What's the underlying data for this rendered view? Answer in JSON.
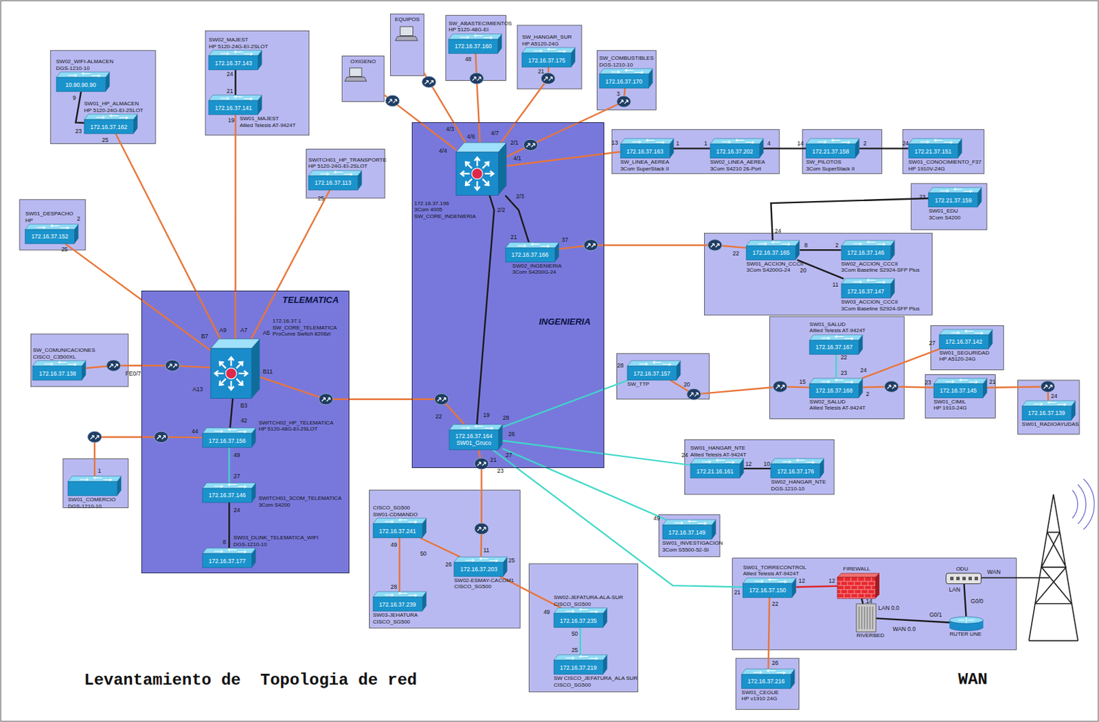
{
  "diagram": {
    "title": "Levantamiento de  Topologia de red",
    "nodes": [
      {
        "text": [
          "TELEMATICA"
        ]
      },
      {
        "text": [
          "INGENIERIA"
        ]
      },
      {
        "text": [
          "10.90.90.90",
          "SW02_WIFI-ALMACEN",
          "DGS-1210-10"
        ]
      },
      {
        "text": [
          "172.16.37.162",
          "SW01_HP_ALMACEN",
          "HP 5120-24G-EI-2SLOT"
        ]
      },
      {
        "text": [
          "172.16.37.143",
          "SW02_MAJEST",
          "HP 5120-24G-EI-2SLOT"
        ]
      },
      {
        "text": [
          "172.16.37.141",
          "SW01_MAJEST",
          "Allied Telesis AT-9424T"
        ]
      },
      {
        "text": [
          "172.16.37.113",
          "SWITCH01_HP_TRANSPORTE",
          "HP 5120-24G-EI-2SLOT"
        ]
      },
      {
        "text": [
          "172.16.37.152",
          "SW01_DESPACHO",
          "HP"
        ]
      },
      {
        "text": [
          "172.16.37.138",
          "SW_COMUNICACIONES",
          "CISCO_C3500XL"
        ]
      },
      {
        "text": [
          "SW01_COMERCIO",
          "DGS-1210-10"
        ]
      },
      {
        "text": [
          "172.16.37.1",
          "SW_CORE_TELEMATICA",
          "ProCurve Switch 8206zl"
        ],
        "in": 0
      },
      {
        "text": [
          "172.16.37.156",
          "SWITCH02_HP_TELEMATICA",
          "HP 5120-48G-EI-2SLOT"
        ],
        "in": 0
      },
      {
        "text": [
          "172.16.37.146",
          "SWITCH01_3COM_TELEMATICA",
          "3Com S4200"
        ],
        "in": 0
      },
      {
        "text": [
          "172.16.37.177",
          "SW03_DLINK_TELEMATICA_WIFI",
          "DGS-1210-10"
        ],
        "in": 0
      },
      {
        "text": [
          "OXIGENO"
        ]
      },
      {
        "text": [
          "EQUIPOS"
        ]
      },
      {
        "text": [
          "172.16.37.160",
          "SW_ABASTECIMIENTOS",
          "HP 5120-48G-EI"
        ]
      },
      {
        "text": [
          "172.16.37.175",
          "SW_HANGAR_SUR",
          "HP A5120-24G"
        ]
      },
      {
        "text": [
          "172.16.37.170",
          "SW_COMBUSTIBLES",
          "DGS-1210-10"
        ]
      },
      {
        "text": [
          "172.16.37.196",
          "3Com 4005",
          "SW_CORE_INDENIERIA"
        ],
        "in": 1
      },
      {
        "text": [
          "172.16.37.166",
          "SW02_INGENIERIA",
          "3Com S4200G-24"
        ],
        "in": 1
      },
      {
        "text": [
          "172.16.37.164",
          "SW01_Gruco"
        ],
        "in": 1
      },
      {
        "text": [
          "172.16.37.163",
          "SW_LINEA_AEREA",
          "3Com SuperStack II"
        ]
      },
      {
        "text": [
          "172.16.37.202",
          "SW02_LINEA_AEREA",
          "3Com S4210 26-Port"
        ]
      },
      {
        "text": [
          "172.21.37.158",
          "SW_PILOTOS",
          "3Com SuperStack II"
        ]
      },
      {
        "text": [
          "172.21.37.151",
          "SW01_CONOCIMIENTO_F37",
          "HP 1910V-24G"
        ]
      },
      {
        "text": [
          "172.21.37.159",
          "SW01_EDU",
          "3Com S4200"
        ]
      },
      {
        "text": [
          "172.16.37.165",
          "SW01_ACCION_CCCII",
          "3Com S4200G-24"
        ]
      },
      {
        "text": [
          "172.16.37.146",
          "SW02_ACCION_CCCII",
          "3Com Baseline S2924-SFP Plus"
        ]
      },
      {
        "text": [
          "172.16.37.147",
          "SW03_ACCION_CCCII",
          "3Com Baseline S2924-SFP Plus"
        ]
      },
      {
        "text": [
          "172.16.37.157",
          "SW_TTP"
        ]
      },
      {
        "text": [
          "172.16.37.167",
          "SW01_SALUD",
          "Allied Telesis AT-9424T"
        ]
      },
      {
        "text": [
          "172.16.37.168",
          "SW02_SALUD",
          "Allied Telesis AT-9424T"
        ]
      },
      {
        "text": [
          "172.16.37.142",
          "SW01_SEGURIDAD",
          "HP A5120-24G"
        ]
      },
      {
        "text": [
          "172.16.37.145",
          "SW01_CIMIL",
          "HP 1910-24G"
        ]
      },
      {
        "text": [
          "172.16.37.139",
          "SW01_RADIOAYUDAS"
        ]
      },
      {
        "text": [
          "172.21.16.161",
          "SW01_HANGAR_NTE",
          "Allied Telesis AT-9424T"
        ]
      },
      {
        "text": [
          "172.16.37.176",
          "SW02_HANGAR_NTE",
          "DGS-1210-10"
        ]
      },
      {
        "text": [
          "172.16.37.149",
          "SW01_INVESTIGACION",
          "3Com S5500-52-SI"
        ]
      },
      {
        "text": [
          "172.16.37.241",
          "CISCO_SG500",
          "SW01-CDMANDO"
        ]
      },
      {
        "text": [
          "172.16.37.239",
          "SW03-JEHATURA",
          "CISCO_SG500"
        ]
      },
      {
        "text": [
          "172.16.37.203",
          "SW02-ESMAY-CACOM1",
          "CISCO_SG500"
        ]
      },
      {
        "text": [
          "172.16.37.235",
          "SW02-JEFATURA-ALA-SUR",
          "CISCO_SG500"
        ]
      },
      {
        "text": [
          "172.16.37.219",
          "SW CISCO_JEFATURA_ALA SUR",
          "CISCO_SG500"
        ]
      },
      {
        "text": [
          "172.16.37.150",
          "SW01_TORRECONTROL",
          "Allied Telesis AT-9424T"
        ]
      },
      {
        "text": [
          "FIREWALL"
        ]
      },
      {
        "text": [
          "RIVERBED"
        ]
      },
      {
        "text": [
          "ODU"
        ]
      },
      {
        "text": [
          "RUTER UNE"
        ]
      },
      {
        "text": [
          "172.16.37.216",
          "SW01_CEGUE",
          "HP v1910 24G"
        ]
      }
    ],
    "edges": [
      {
        "from": 2,
        "to": 3,
        "arrow": "none"
      },
      {
        "from": 3,
        "to": 10,
        "arrow": "none"
      },
      {
        "from": 4,
        "to": 5,
        "arrow": "none"
      },
      {
        "from": 5,
        "to": 10,
        "arrow": "none"
      },
      {
        "from": 6,
        "to": 10,
        "arrow": "none"
      },
      {
        "from": 7,
        "to": 10,
        "arrow": "none"
      },
      {
        "from": 8,
        "to": 10,
        "arrow": "none"
      },
      {
        "from": 10,
        "to": 11,
        "arrow": "none"
      },
      {
        "from": 11,
        "to": 9,
        "arrow": "none"
      },
      {
        "from": 11,
        "to": 12,
        "arrow": "none"
      },
      {
        "from": 12,
        "to": 13,
        "arrow": "none"
      },
      {
        "from": 10,
        "to": 21,
        "arrow": "none"
      },
      {
        "from": 14,
        "to": 19,
        "arrow": "none"
      },
      {
        "from": 15,
        "to": 19,
        "arrow": "none"
      },
      {
        "from": 16,
        "to": 19,
        "arrow": "none"
      },
      {
        "from": 17,
        "to": 19,
        "arrow": "none"
      },
      {
        "from": 18,
        "to": 19,
        "arrow": "none"
      },
      {
        "from": 19,
        "to": 22,
        "arrow": "none"
      },
      {
        "from": 22,
        "to": 23,
        "arrow": "none"
      },
      {
        "from": 23,
        "to": 24,
        "arrow": "none"
      },
      {
        "from": 24,
        "to": 25,
        "arrow": "none"
      },
      {
        "from": 19,
        "to": 20,
        "arrow": "none"
      },
      {
        "from": 19,
        "to": 21,
        "arrow": "none"
      },
      {
        "from": 20,
        "to": 27,
        "arrow": "none"
      },
      {
        "from": 27,
        "to": 26,
        "arrow": "none"
      },
      {
        "from": 27,
        "to": 28,
        "arrow": "none"
      },
      {
        "from": 27,
        "to": 29,
        "arrow": "none"
      },
      {
        "from": 21,
        "to": 30,
        "arrow": "none"
      },
      {
        "from": 30,
        "to": 32,
        "arrow": "none"
      },
      {
        "from": 31,
        "to": 32,
        "arrow": "none"
      },
      {
        "from": 32,
        "to": 33,
        "arrow": "none"
      },
      {
        "from": 32,
        "to": 34,
        "arrow": "none"
      },
      {
        "from": 34,
        "to": 35,
        "arrow": "none"
      },
      {
        "from": 21,
        "to": 36,
        "arrow": "none"
      },
      {
        "from": 36,
        "to": 37,
        "arrow": "none"
      },
      {
        "from": 21,
        "to": 38,
        "arrow": "none"
      },
      {
        "from": 21,
        "to": 44,
        "arrow": "none"
      },
      {
        "from": 21,
        "to": 41,
        "arrow": "none"
      },
      {
        "from": 39,
        "to": 41,
        "arrow": "none"
      },
      {
        "from": 39,
        "to": 40,
        "arrow": "none"
      },
      {
        "from": 41,
        "to": 42,
        "arrow": "none"
      },
      {
        "from": 42,
        "to": 43,
        "arrow": "none"
      },
      {
        "from": 44,
        "to": 45,
        "arrow": "none"
      },
      {
        "from": 45,
        "to": 46,
        "arrow": "none"
      },
      {
        "from": 46,
        "to": 48,
        "arrow": "none"
      },
      {
        "from": 48,
        "to": 47,
        "arrow": "none"
      },
      {
        "from": 44,
        "to": 49,
        "arrow": "none"
      }
    ],
    "labels": [
      "9",
      "23",
      "25",
      "24",
      "21",
      "19",
      "25",
      "2",
      "25",
      "FE0/7",
      "B7",
      "A9",
      "A7",
      "A5",
      "B11",
      "B3",
      "A13",
      "42",
      "44",
      "1",
      "49",
      "27",
      "24",
      "8",
      "4/4",
      "4/3",
      "4/6",
      "4/7",
      "2/1",
      "4/1",
      "2/3",
      "2/2",
      "21",
      "37",
      "22",
      "19",
      "28",
      "26",
      "27",
      "21",
      "23",
      "48",
      "21",
      "3",
      "13",
      "1",
      "1",
      "4",
      "14",
      "2",
      "24",
      "23",
      "24",
      "8",
      "2",
      "22",
      "20",
      "11",
      "28",
      "20",
      "22",
      "23",
      "24",
      "15",
      "2",
      "27",
      "23",
      "21",
      "24",
      "24",
      "12",
      "10",
      "49",
      "49",
      "50",
      "26",
      "28",
      "11",
      "25",
      "49",
      "50",
      "25",
      "21",
      "12",
      "12",
      "14",
      "22",
      "LAN 0.0",
      "WAN 0.0",
      "G0/1",
      "G0/0",
      "LAN",
      "WAN",
      "26",
      "WAN"
    ]
  }
}
